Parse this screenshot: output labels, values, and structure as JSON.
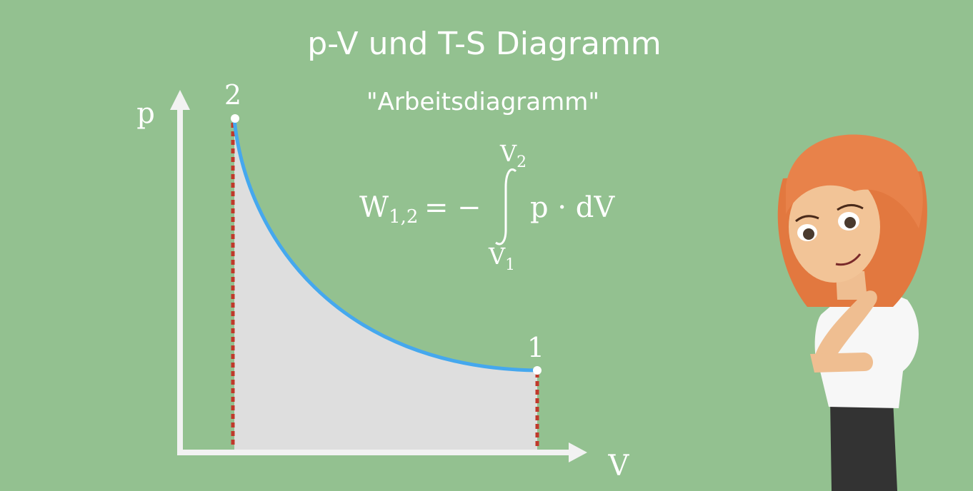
{
  "title": "p-V und T-S Diagramm",
  "subtitle": "\"Arbeitsdiagramm\"",
  "formula": {
    "lhs_symbol": "W",
    "lhs_subscript": "1,2",
    "equals": "=",
    "minus": "−",
    "upper_limit_symbol": "V",
    "upper_limit_sub": "2",
    "lower_limit_symbol": "V",
    "lower_limit_sub": "1",
    "integrand": "p · dV"
  },
  "diagram": {
    "y_axis_label": "p",
    "x_axis_label": "V",
    "point_start_label": "2",
    "point_end_label": "1"
  },
  "colors": {
    "background": "#93c190",
    "axis": "#f2f2f2",
    "curve": "#45a8ee",
    "area_fill": "#dedede",
    "dashed_line": "#c0392b",
    "text": "#ffffff"
  }
}
